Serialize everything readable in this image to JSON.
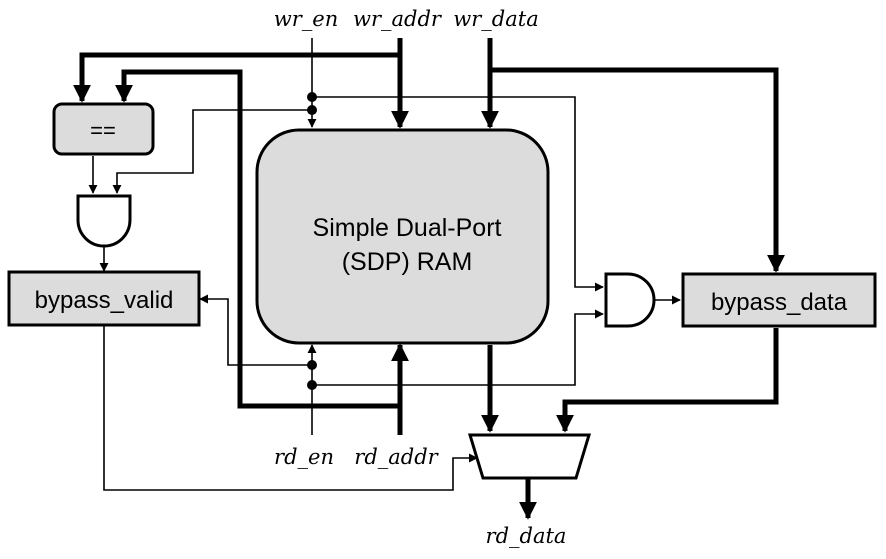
{
  "signals": {
    "wr_en": "wr_en",
    "wr_addr": "wr_addr",
    "wr_data": "wr_data",
    "rd_en": "rd_en",
    "rd_addr": "rd_addr",
    "rd_data": "rd_data"
  },
  "blocks": {
    "comparator": "==",
    "ram_line1": "Simple Dual-Port",
    "ram_line2": "(SDP) RAM",
    "bypass_valid": "bypass_valid",
    "bypass_data": "bypass_data"
  }
}
